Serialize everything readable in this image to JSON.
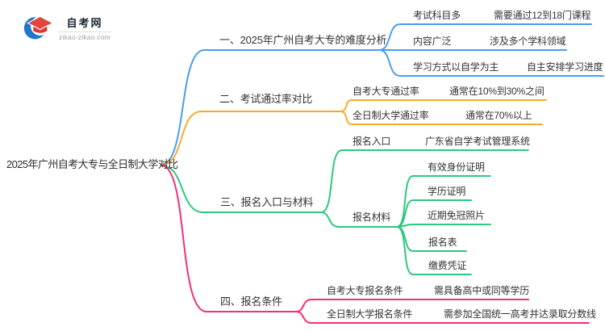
{
  "logo": {
    "title": "自考网",
    "domain": "zikao-zikao.com"
  },
  "colors": {
    "blue": "#4a9cf0",
    "orange": "#f7ab28",
    "green": "#2dc97c",
    "pink": "#f52e78"
  },
  "root": {
    "label": "2025年广州自考大专与全日制大学对比"
  },
  "branches": [
    {
      "label": "一、2025年广州自考大专的难度分析",
      "children": [
        {
          "label": "考试科目多",
          "value": "需要通过12到18门课程"
        },
        {
          "label": "内容广泛",
          "value": "涉及多个学科领域"
        },
        {
          "label": "学习方式以自学为主",
          "value": "自主安排学习进度"
        }
      ]
    },
    {
      "label": "二、考试通过率对比",
      "children": [
        {
          "label": "自考大专通过率",
          "value": "通常在10%到30%之间"
        },
        {
          "label": "全日制大学通过率",
          "value": "通常在70%以上"
        }
      ]
    },
    {
      "label": "三、报名入口与材料",
      "children": [
        {
          "label": "报名入口",
          "value": "广东省自学考试管理系统"
        },
        {
          "label": "报名材料",
          "items": [
            "有效身份证明",
            "学历证明",
            "近期免冠照片",
            "报名表",
            "缴费凭证"
          ]
        }
      ]
    },
    {
      "label": "四、报名条件",
      "children": [
        {
          "label": "自考大专报名条件",
          "value": "需具备高中或同等学历"
        },
        {
          "label": "全日制大学报名条件",
          "value": "需参加全国统一高考并达录取分数线"
        }
      ]
    }
  ]
}
